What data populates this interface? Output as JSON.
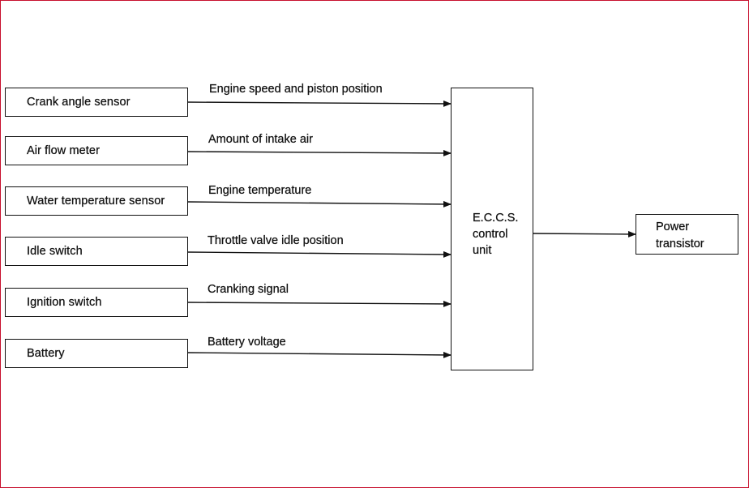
{
  "diagram": {
    "inputs": [
      {
        "source": "Crank angle sensor",
        "signal": "Engine speed and piston position"
      },
      {
        "source": "Air flow meter",
        "signal": "Amount of intake air"
      },
      {
        "source": "Water temperature sensor",
        "signal": "Engine temperature"
      },
      {
        "source": "Idle switch",
        "signal": "Throttle valve idle position"
      },
      {
        "source": "Ignition switch",
        "signal": "Cranking signal"
      },
      {
        "source": "Battery",
        "signal": "Battery voltage"
      }
    ],
    "control_unit": {
      "line1": "E.C.C.S.",
      "line2": "control",
      "line3": "unit"
    },
    "output": {
      "line1": "Power",
      "line2": "transistor"
    }
  }
}
